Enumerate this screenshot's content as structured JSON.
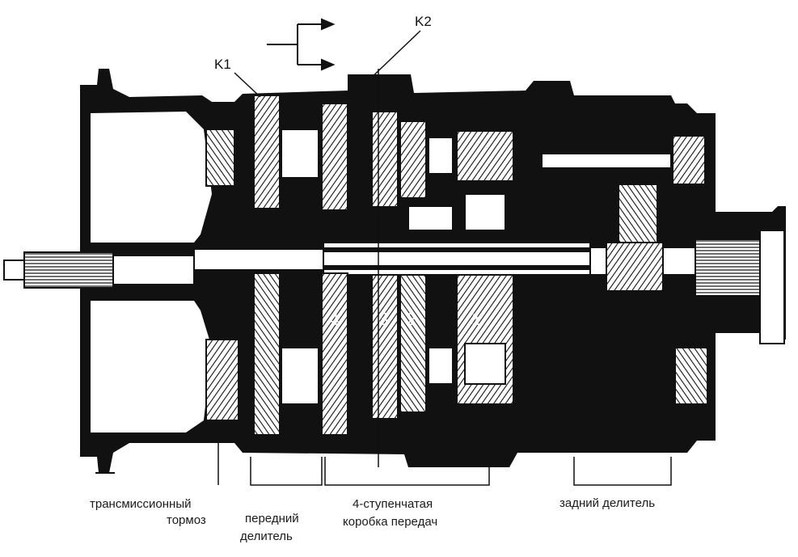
{
  "callouts": {
    "k1": "K1",
    "k2": "K2"
  },
  "gear_numbers": [
    "4",
    "3",
    "2",
    "1"
  ],
  "labels": {
    "brake_line1": "трансмиссионный",
    "brake_line2": "тормоз",
    "front_line1": "передний",
    "front_line2": "делитель",
    "gearbox_line1": "4-ступенчатая",
    "gearbox_line2": "коробка передач",
    "rear": "задний делитель"
  },
  "colors": {
    "ink": "#111111",
    "paper": "#ffffff",
    "hatch": "#9a9a9a"
  }
}
